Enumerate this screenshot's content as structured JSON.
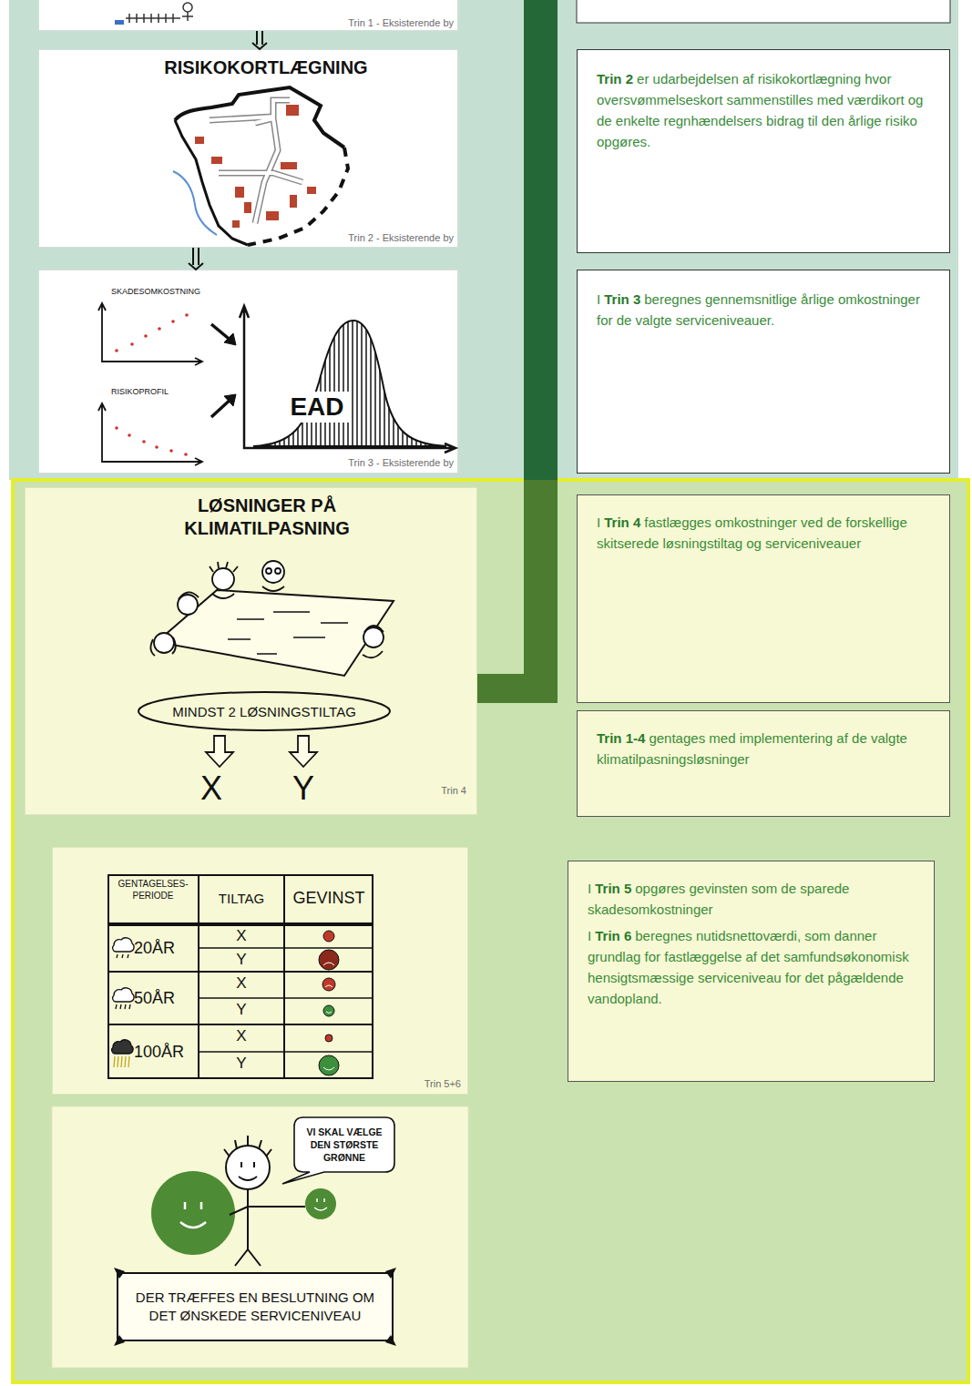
{
  "diagram": {
    "nodes": [
      {
        "text": [
          "Trin 1 - Eksisterende by"
        ]
      },
      {
        "text": [
          "RISIKOKORTLÆGNING",
          "Trin 2 - Eksisterende by"
        ]
      },
      {
        "text": [
          "Trin 2",
          "er udarbejdelsen af risikokortlægning hvor oversvømmelseskort sammenstilles med værdikort og de enkelte regnhændelsers bidrag til den årlige risiko opgøres."
        ]
      },
      {
        "text": [
          "SKADESOMKOSTNING",
          "RISIKOPROFIL",
          "EAD",
          "Trin 3 - Eksisterende by"
        ]
      },
      {
        "text": [
          "I",
          "Trin 3",
          "beregnes gennemsnitlige årlige omkostninger for de valgte serviceniveauer."
        ]
      },
      {
        "text": [
          "LØSNINGER PÅ KLIMATILPASNING",
          "X",
          "Y",
          "Trin 4"
        ]
      },
      {
        "text": [
          "MINDST 2 LØSNINGSTILTAG"
        ],
        "in": 5
      },
      {
        "text": [
          "I",
          "Trin 4",
          "fastlægges omkostninger ved de forskellige skitserede løsningstiltag og serviceniveauer"
        ]
      },
      {
        "text": [
          "Trin 1-4",
          "gentages med implementering af de valgte klimatilpasningsløsninger"
        ]
      },
      {
        "text": [
          "Trin 5+6"
        ]
      },
      {
        "text": [
          "GENTAGELSES- PERIODE",
          "TILTAG",
          "GEVINST",
          "20ÅR",
          "X",
          "Y",
          "50ÅR",
          "X",
          "Y",
          "100ÅR",
          "X",
          "Y"
        ],
        "in": 9
      },
      {
        "text": [
          "I",
          "Trin 5",
          "opgøres gevinsten som de sparede skadesomkostninger",
          "I",
          "Trin 6",
          "beregnes nutidsnettoværdi, som danner grundlag for fastlæggelse af det samfundsøkonomisk hensigtsmæssige serviceniveau for det pågældende vandopland."
        ]
      },
      {
        "text": [
          "VI SKAL VÆLGE DEN STØRSTE GRØNNE"
        ]
      },
      {
        "text": [
          "DER TRÆFFES EN BESLUTNING OM DET ØNSKEDE SERVICENIVEAU"
        ]
      }
    ],
    "edges": [
      {
        "from": 0,
        "to": 1,
        "arrow": "to"
      },
      {
        "from": 1,
        "to": 3,
        "arrow": "to"
      }
    ]
  }
}
